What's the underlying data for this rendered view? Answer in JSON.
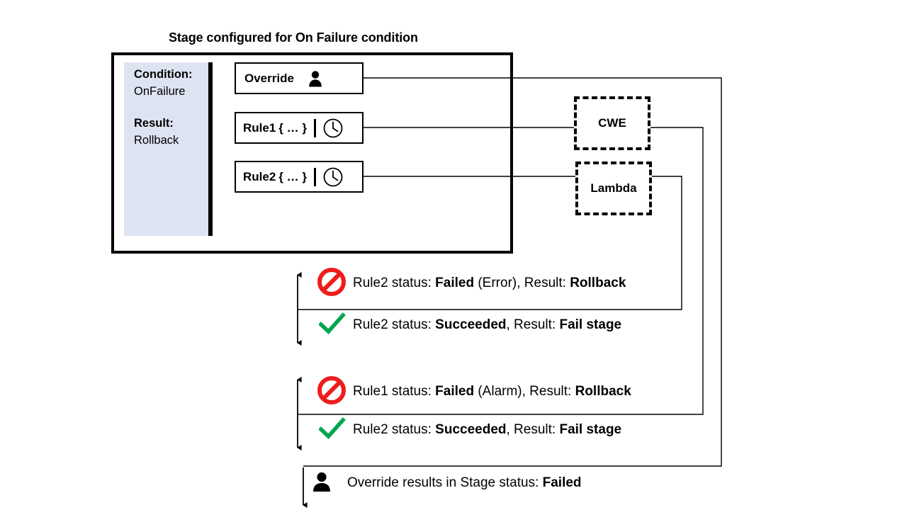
{
  "title": "Stage configured for On Failure condition",
  "stage": {
    "condition_label": "Condition:",
    "condition_value": "OnFailure",
    "result_label": "Result:",
    "result_value": "Rollback",
    "items": [
      {
        "name": "override",
        "label": "Override",
        "icon": "person-icon"
      },
      {
        "name": "rule1",
        "label": "Rule1",
        "json": "{ … }",
        "icon": "clock-icon"
      },
      {
        "name": "rule2",
        "label": "Rule2",
        "json": "{ … }",
        "icon": "clock-icon"
      }
    ]
  },
  "targets": [
    {
      "name": "cwe",
      "label": "CWE"
    },
    {
      "name": "lambda",
      "label": "Lambda"
    }
  ],
  "messages": [
    {
      "name": "rule2-failed",
      "icon": "prohibited-icon",
      "segments": [
        {
          "text": "Rule2 status: ",
          "bold": false
        },
        {
          "text": "Failed",
          "bold": true
        },
        {
          "text": " (Error), Result: ",
          "bold": false
        },
        {
          "text": "Rollback",
          "bold": true
        }
      ]
    },
    {
      "name": "rule2-succeeded-1",
      "icon": "check-icon",
      "segments": [
        {
          "text": "Rule2 status: ",
          "bold": false
        },
        {
          "text": "Succeeded",
          "bold": true
        },
        {
          "text": ", Result: ",
          "bold": false
        },
        {
          "text": "Fail stage",
          "bold": true
        }
      ]
    },
    {
      "name": "rule1-failed",
      "icon": "prohibited-icon",
      "segments": [
        {
          "text": "Rule1 status: ",
          "bold": false
        },
        {
          "text": "Failed",
          "bold": true
        },
        {
          "text": " (Alarm), Result: ",
          "bold": false
        },
        {
          "text": "Rollback",
          "bold": true
        }
      ]
    },
    {
      "name": "rule2-succeeded-2",
      "icon": "check-icon",
      "segments": [
        {
          "text": "Rule2 status: ",
          "bold": false
        },
        {
          "text": "Succeeded",
          "bold": true
        },
        {
          "text": ", Result: ",
          "bold": false
        },
        {
          "text": "Fail stage",
          "bold": true
        }
      ]
    },
    {
      "name": "override-stage-failed",
      "icon": "person-icon",
      "segments": [
        {
          "text": "Override results in Stage status: ",
          "bold": false
        },
        {
          "text": "Failed",
          "bold": true
        }
      ]
    }
  ],
  "colors": {
    "panel_blue": "#dee3f2",
    "error_red": "#ee1c1c",
    "success_green": "#00a550",
    "stroke": "#000000"
  }
}
